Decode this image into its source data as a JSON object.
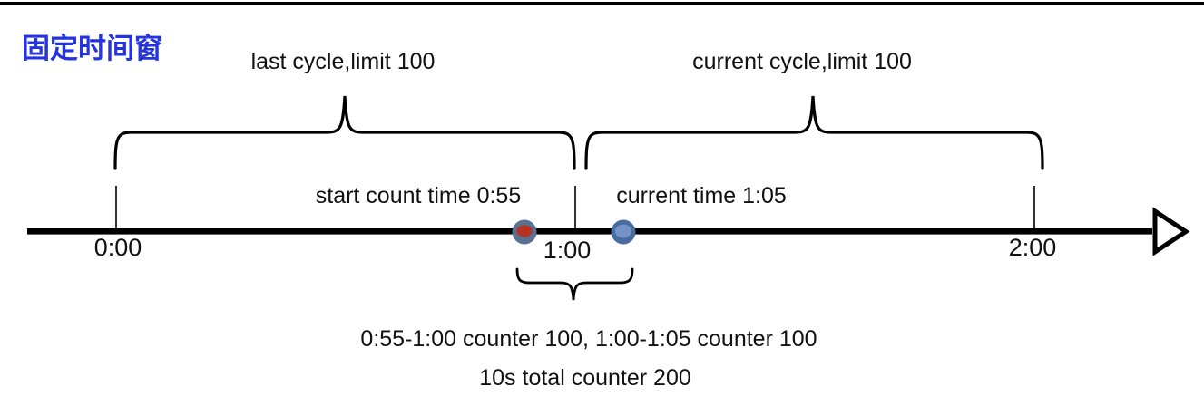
{
  "title": "固定时间窗",
  "braces": {
    "last_cycle": "last cycle,limit 100",
    "current_cycle": "current cycle,limit 100"
  },
  "timeline": {
    "ticks": [
      "0:00",
      "1:00",
      "2:00"
    ],
    "start_count_label": "start count time 0:55",
    "current_time_label": "current time 1:05"
  },
  "footer": {
    "line1": "0:55-1:00 counter 100, 1:00-1:05 counter 100",
    "line2": "10s total counter 200"
  },
  "colors": {
    "title": "#2434e0",
    "line": "#000000",
    "marker_start_ring": "#5b7191",
    "marker_start_fill": "#b13427",
    "marker_current_ring": "#4a6b9f",
    "marker_current_fill": "#7392c5"
  }
}
